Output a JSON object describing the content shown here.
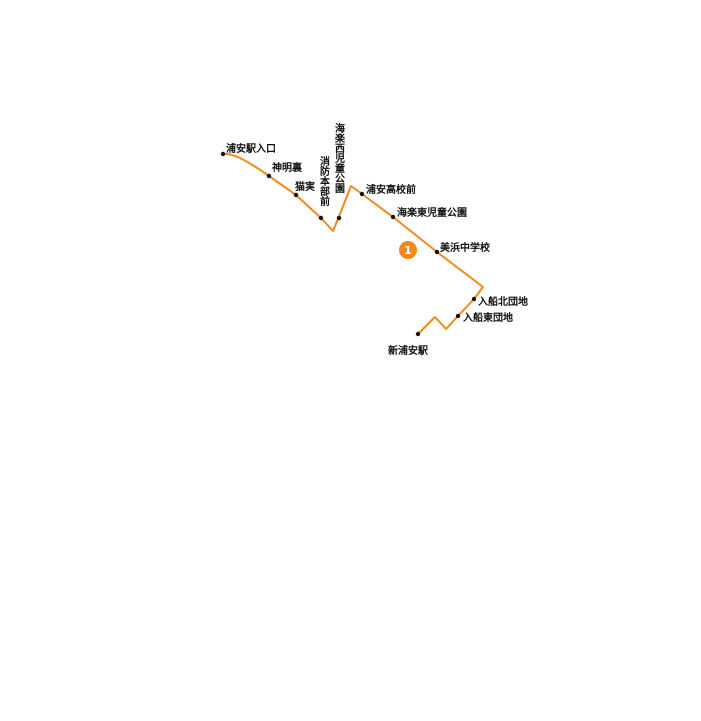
{
  "route": {
    "number": "1",
    "color": "#F08A1C"
  },
  "stops": [
    {
      "name": "浦安駅入口"
    },
    {
      "name": "神明裏"
    },
    {
      "name": "猫実"
    },
    {
      "name": "消防本部前"
    },
    {
      "name": "海楽西児童公園"
    },
    {
      "name": "浦安高校前"
    },
    {
      "name": "海楽東児童公園"
    },
    {
      "name": "美浜中学校"
    },
    {
      "name": "入船北団地"
    },
    {
      "name": "入船東団地"
    },
    {
      "name": "新浦安駅"
    }
  ]
}
